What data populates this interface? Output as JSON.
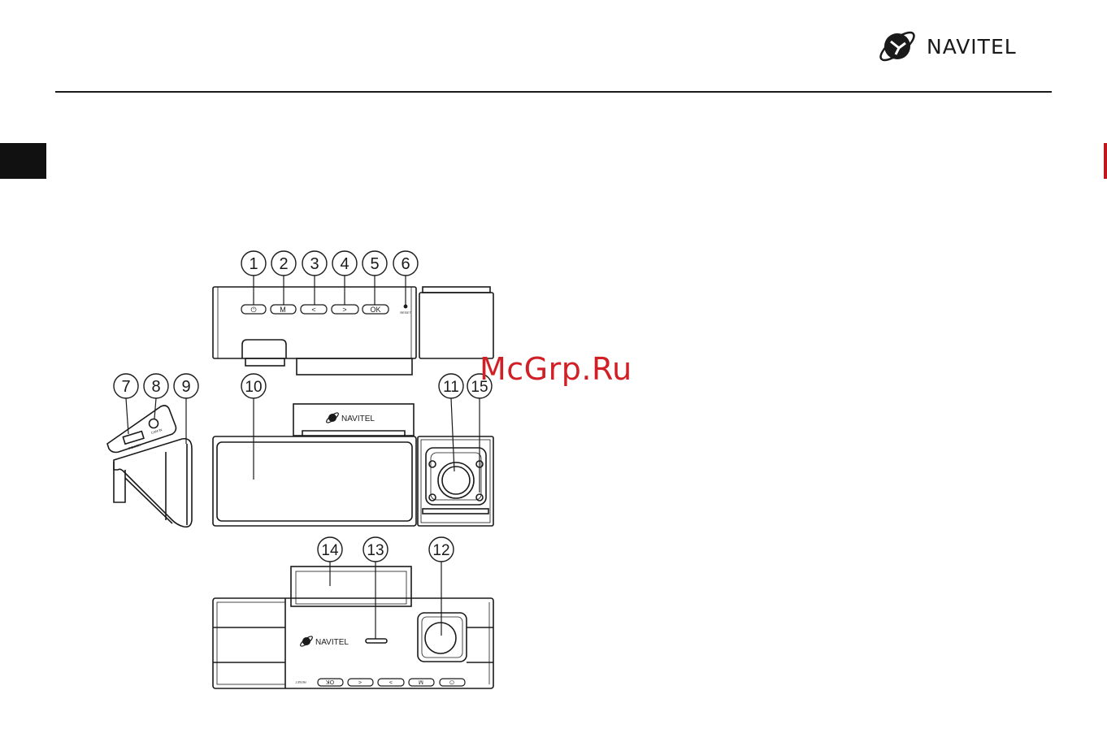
{
  "brand": {
    "name": "NAVITEL",
    "accent_color": "#d01f25",
    "icon": "navitel-globe-icon"
  },
  "watermark": "McGrp.Ru",
  "callouts": [
    "1",
    "2",
    "3",
    "4",
    "5",
    "6",
    "7",
    "8",
    "9",
    "10",
    "11",
    "15",
    "14",
    "13",
    "12"
  ],
  "device": {
    "top_buttons": [
      "⏻",
      "M",
      "<",
      ">",
      "OK"
    ],
    "reset_label": "RESET",
    "port_labels": [
      "POWER",
      "CAM IN"
    ],
    "front_logo": "NAVITEL",
    "bottom_logo": "NAVITEL",
    "bottom_buttons": [
      "OK",
      "<",
      ">",
      "M",
      "⏻"
    ],
    "bottom_reset_label": "RESET"
  }
}
